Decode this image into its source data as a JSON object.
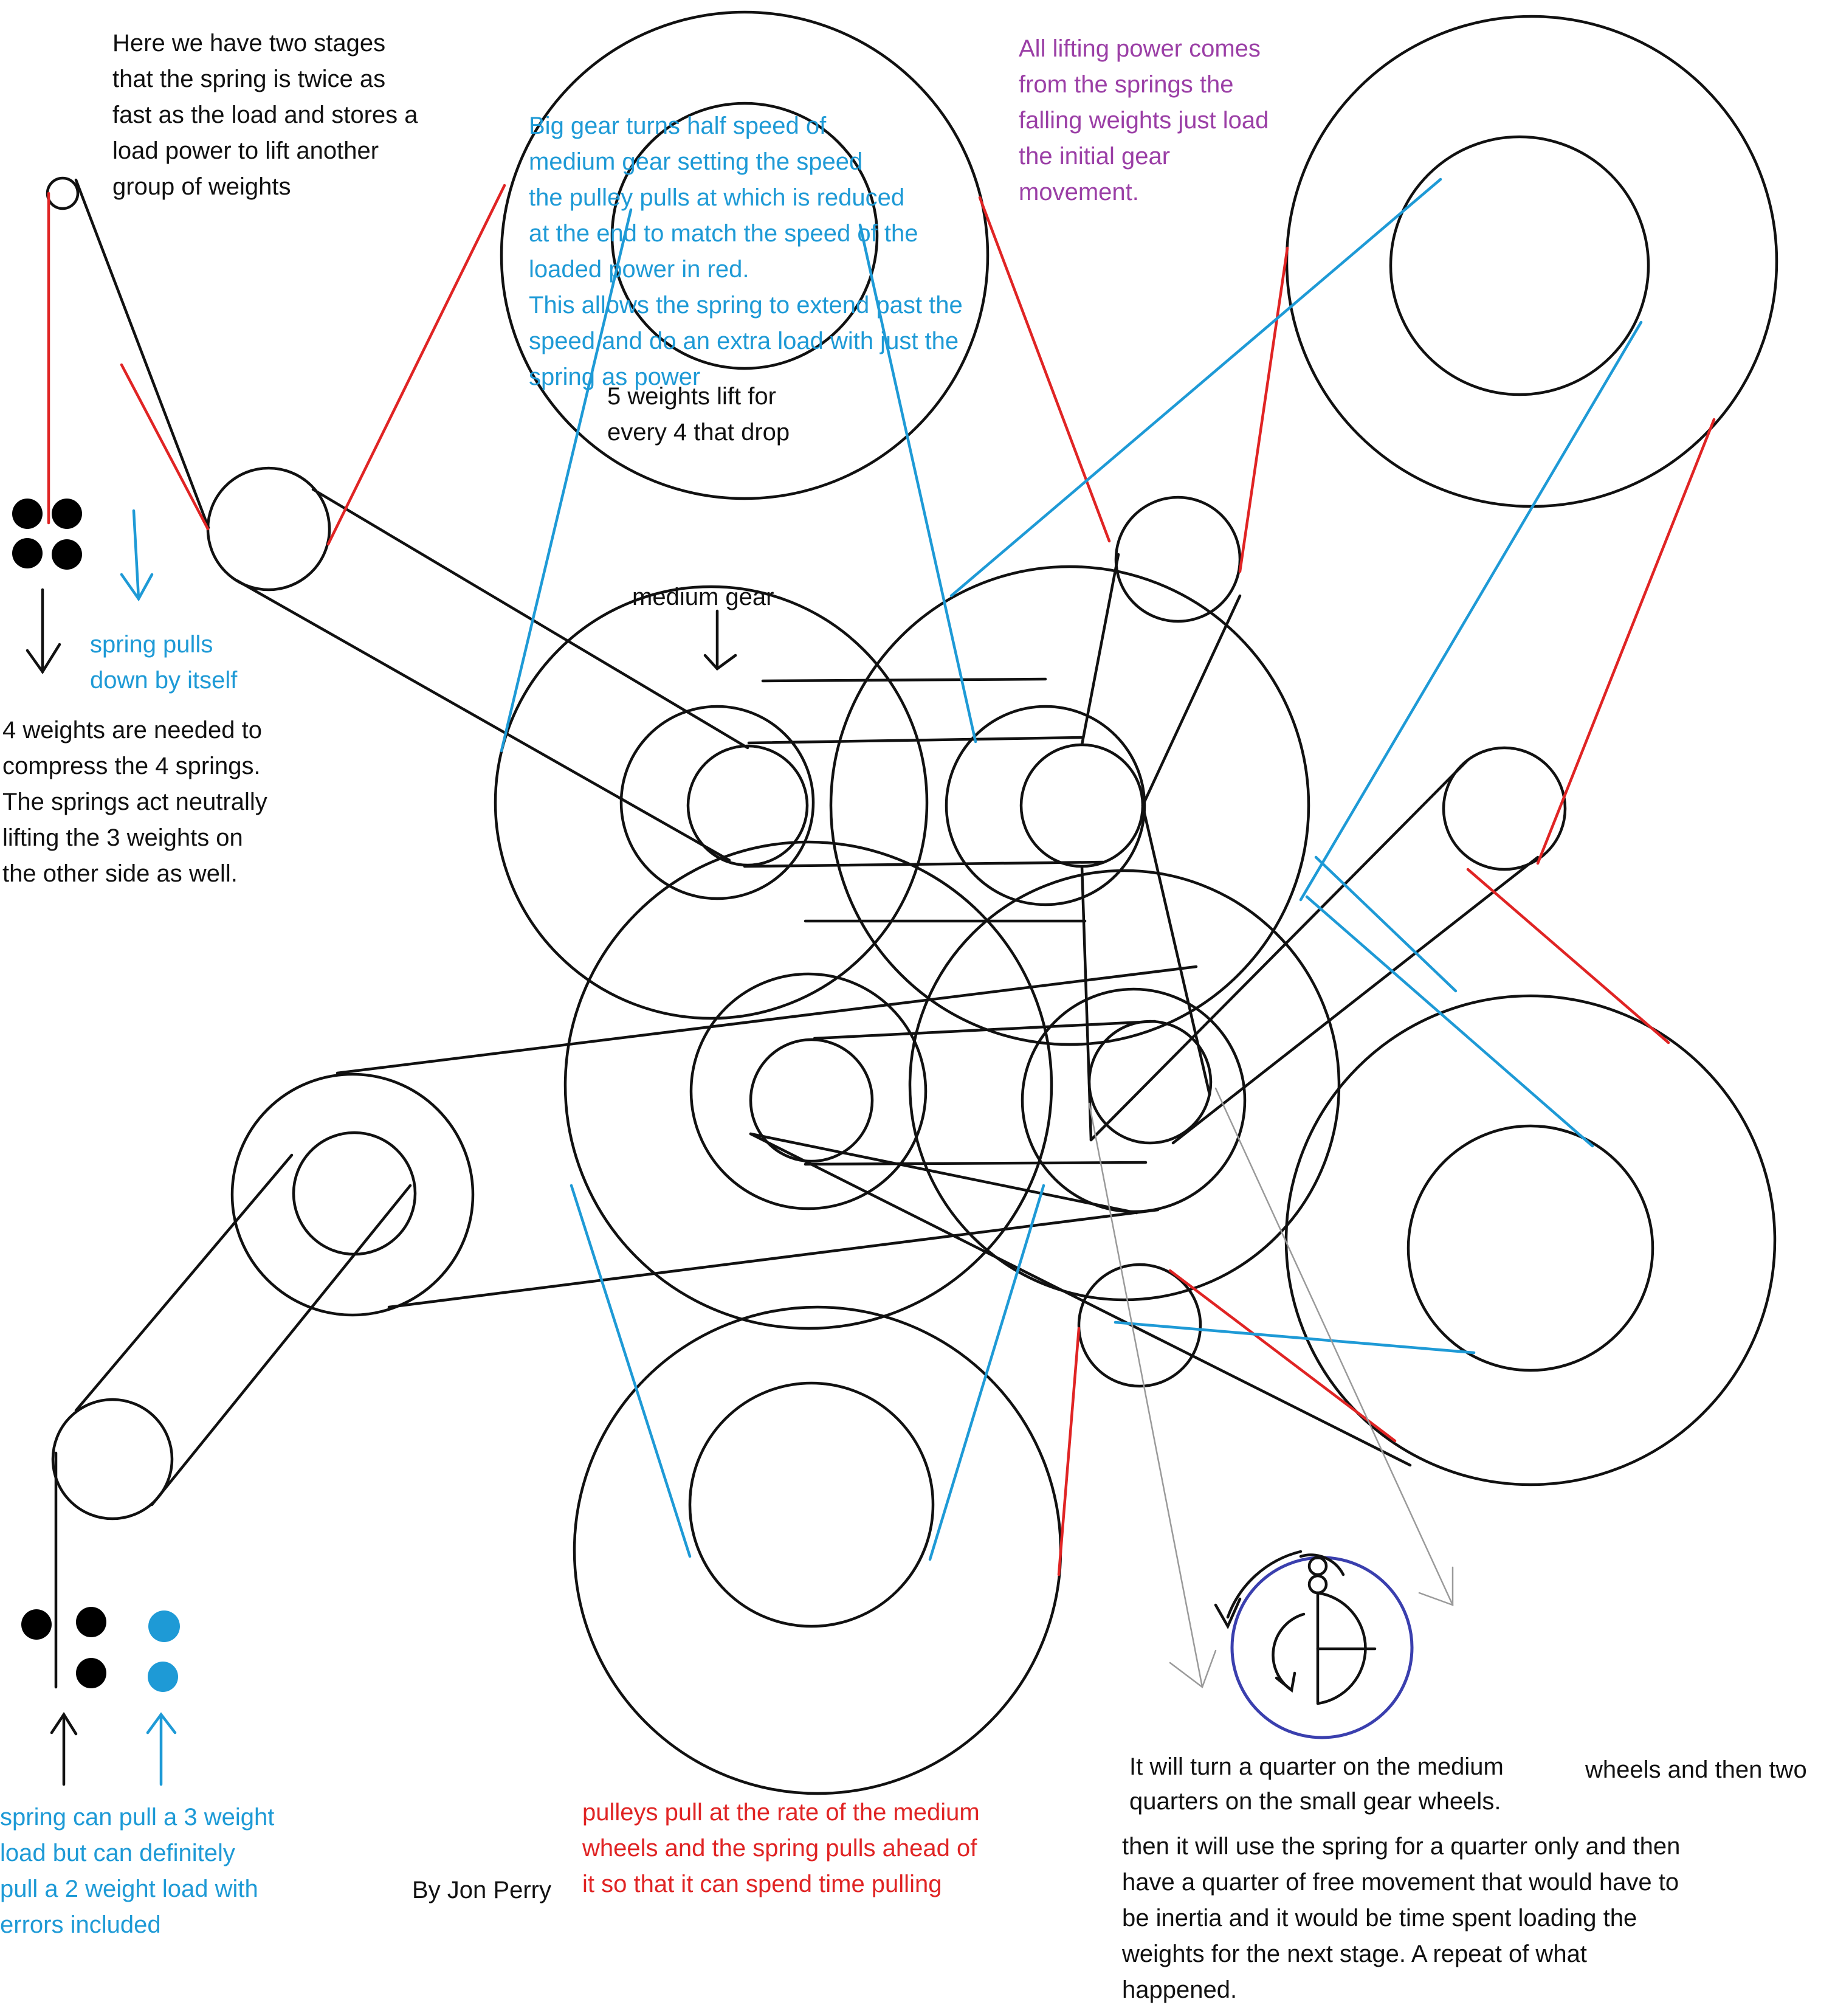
{
  "colors": {
    "ink": "#111111",
    "spring_blue": "#1e9ad6",
    "load_red": "#e02424",
    "note_purple": "#9b3fa6",
    "inset_navy": "#3a3fae",
    "guide_grey": "#9a9a9a"
  },
  "notes": {
    "two_stages": "Here we have two stages\nthat the spring is twice as\nfast as the load and stores a\nload power to lift another\ngroup of weights",
    "big_gear": "Big gear turns half speed of\nmedium gear setting the speed\nthe pulley pulls at which is reduced\nat the end to match the speed of the\nloaded power in red.\nThis allows the spring to extend past the\nspeed and do an extra load with just the\nspring as power",
    "lifting_power": "All lifting power comes\nfrom the springs the\nfalling weights just load\nthe initial gear\nmovement.",
    "five_weights": "5 weights lift for\nevery 4 that drop",
    "medium_gear": "medium gear",
    "spring_pulls_down": "spring pulls\ndown by itself",
    "four_weights": "4 weights are needed to\ncompress the 4 springs.\nThe springs act neutrally\nlifting the 3 weights on\nthe other side as well.",
    "spring_can_pull": "spring can pull a 3 weight\nload but can definitely\npull a 2 weight load with\nerrors included",
    "author": "By Jon Perry",
    "pulleys_pull": "pulleys pull at the rate of the medium\nwheels and the spring pulls ahead of\nit so that it can spend time pulling",
    "quarter_turn_line1": "It will turn a quarter on the  medium",
    "quarter_turn_line1b": "wheels and then two",
    "quarter_turn_line2": "quarters on the small gear wheels.",
    "spring_quarter": "then it will use the spring for a quarter only and then\nhave a quarter of free movement that would have to\nbe inertia and it would be time spent loading the\nweights for the next stage.  A repeat of what\nhappened."
  },
  "icons": {
    "weights_top": "weight-dot-icon",
    "weights_bottom": "weight-dot-icon",
    "arrows": "arrow-icon",
    "quarter_dial": "quarter-turn-dial-icon"
  }
}
